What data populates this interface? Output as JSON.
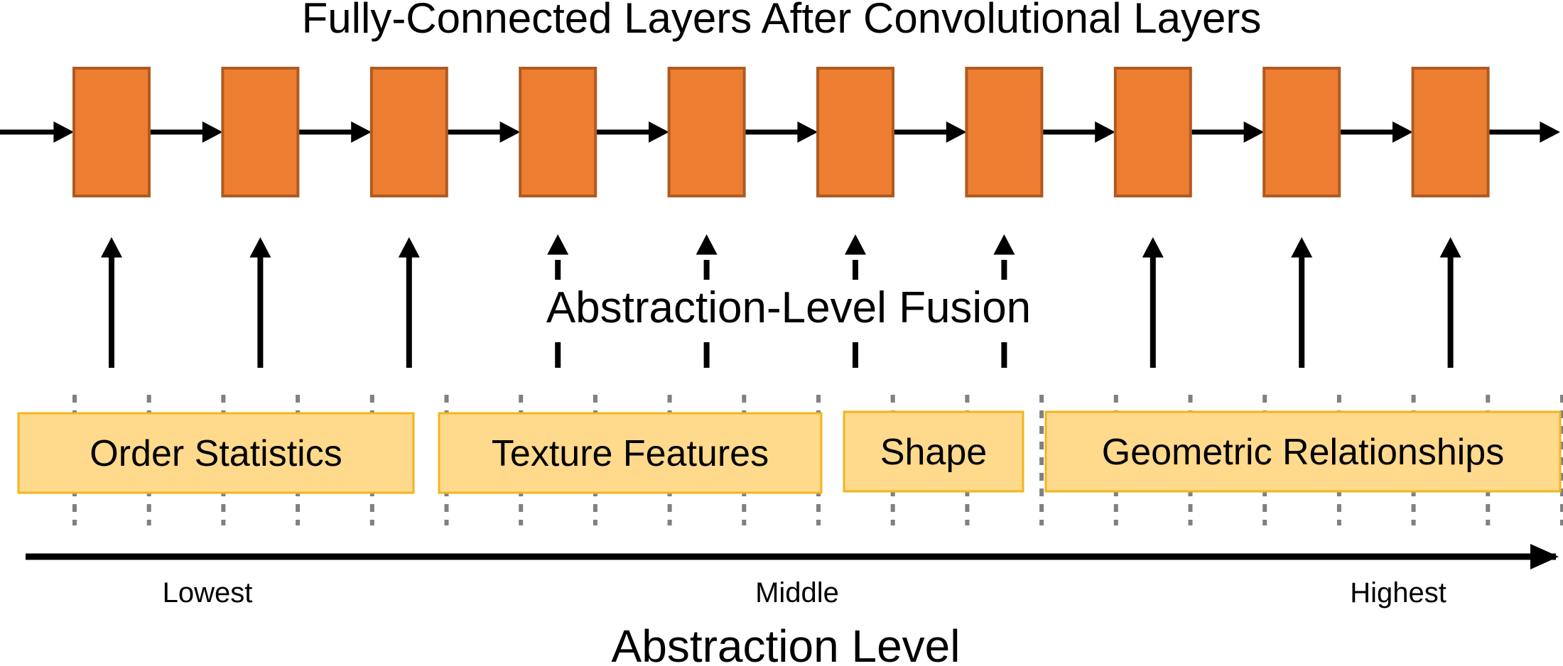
{
  "title": "Fully-Connected Layers After Convolutional Layers",
  "fusion_label": "Abstraction-Level Fusion",
  "feature_groups": [
    {
      "label": "Order Statistics"
    },
    {
      "label": "Texture Features"
    },
    {
      "label": "Shape"
    },
    {
      "label": "Geometric Relationships"
    }
  ],
  "axis": {
    "label": "Abstraction Level",
    "ticks": [
      "Lowest",
      "Middle",
      "Highest"
    ]
  },
  "layer_count": 10,
  "colors": {
    "layer_fill": "#ED7D31",
    "layer_stroke": "#AE5A21",
    "group_fill": "#FFD98C",
    "group_stroke": "#F2B51E",
    "dotted_line": "#808080",
    "ink": "#000000"
  }
}
